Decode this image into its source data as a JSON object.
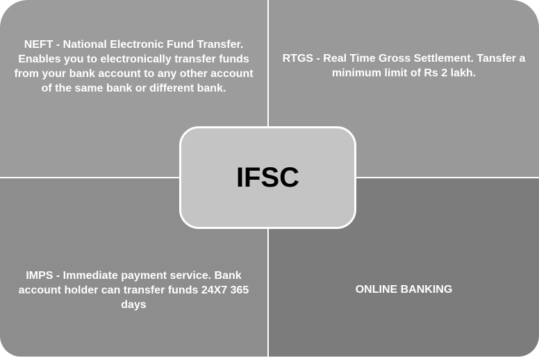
{
  "center": {
    "label": "IFSC"
  },
  "quadrants": {
    "top_left": {
      "text": "NEFT - National Electronic Fund Transfer. Enables you to electronically transfer funds from your bank account to any other account of the same bank or different bank."
    },
    "top_right": {
      "text": "RTGS - Real Time Gross Settlement. Tansfer a minimum limit of Rs 2 lakh."
    },
    "bottom_left": {
      "text": "IMPS - Immediate payment service. Bank account holder  can transfer funds 24X7 365 days"
    },
    "bottom_right": {
      "text": "ONLINE BANKING"
    }
  },
  "colors": {
    "top_left": "#9c9c9c",
    "top_right": "#999999",
    "bottom_left": "#8d8d8d",
    "bottom_right": "#7c7c7c",
    "center": "#c4c4c4"
  }
}
